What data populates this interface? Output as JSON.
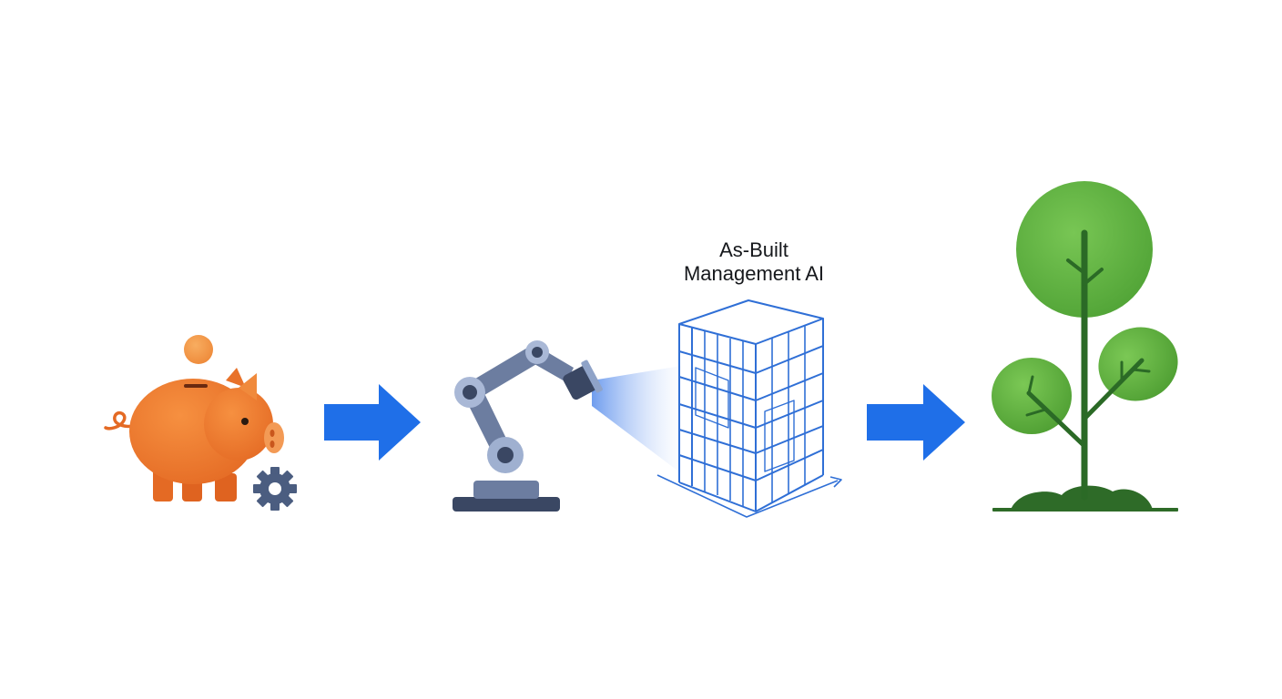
{
  "diagram": {
    "steps": [
      {
        "id": "savings",
        "icon": "piggy-bank-gear-icon"
      },
      {
        "id": "robot-scan",
        "icon": "robotic-arm-scanner-icon"
      },
      {
        "id": "as-built-model",
        "icon": "building-wireframe-icon"
      },
      {
        "id": "growth",
        "icon": "growing-tree-icon"
      }
    ],
    "label": {
      "line1": "As-Built",
      "line2": "Management AI"
    },
    "colors": {
      "arrow": "#1f6fe8",
      "piggy": "#ec7a30",
      "coin": "#f39a4a",
      "gear": "#4b5d80",
      "robot": "#5a6b8c",
      "wireframe": "#2f6fd6",
      "tree": "#62b544",
      "trunk": "#2b6a26"
    }
  }
}
